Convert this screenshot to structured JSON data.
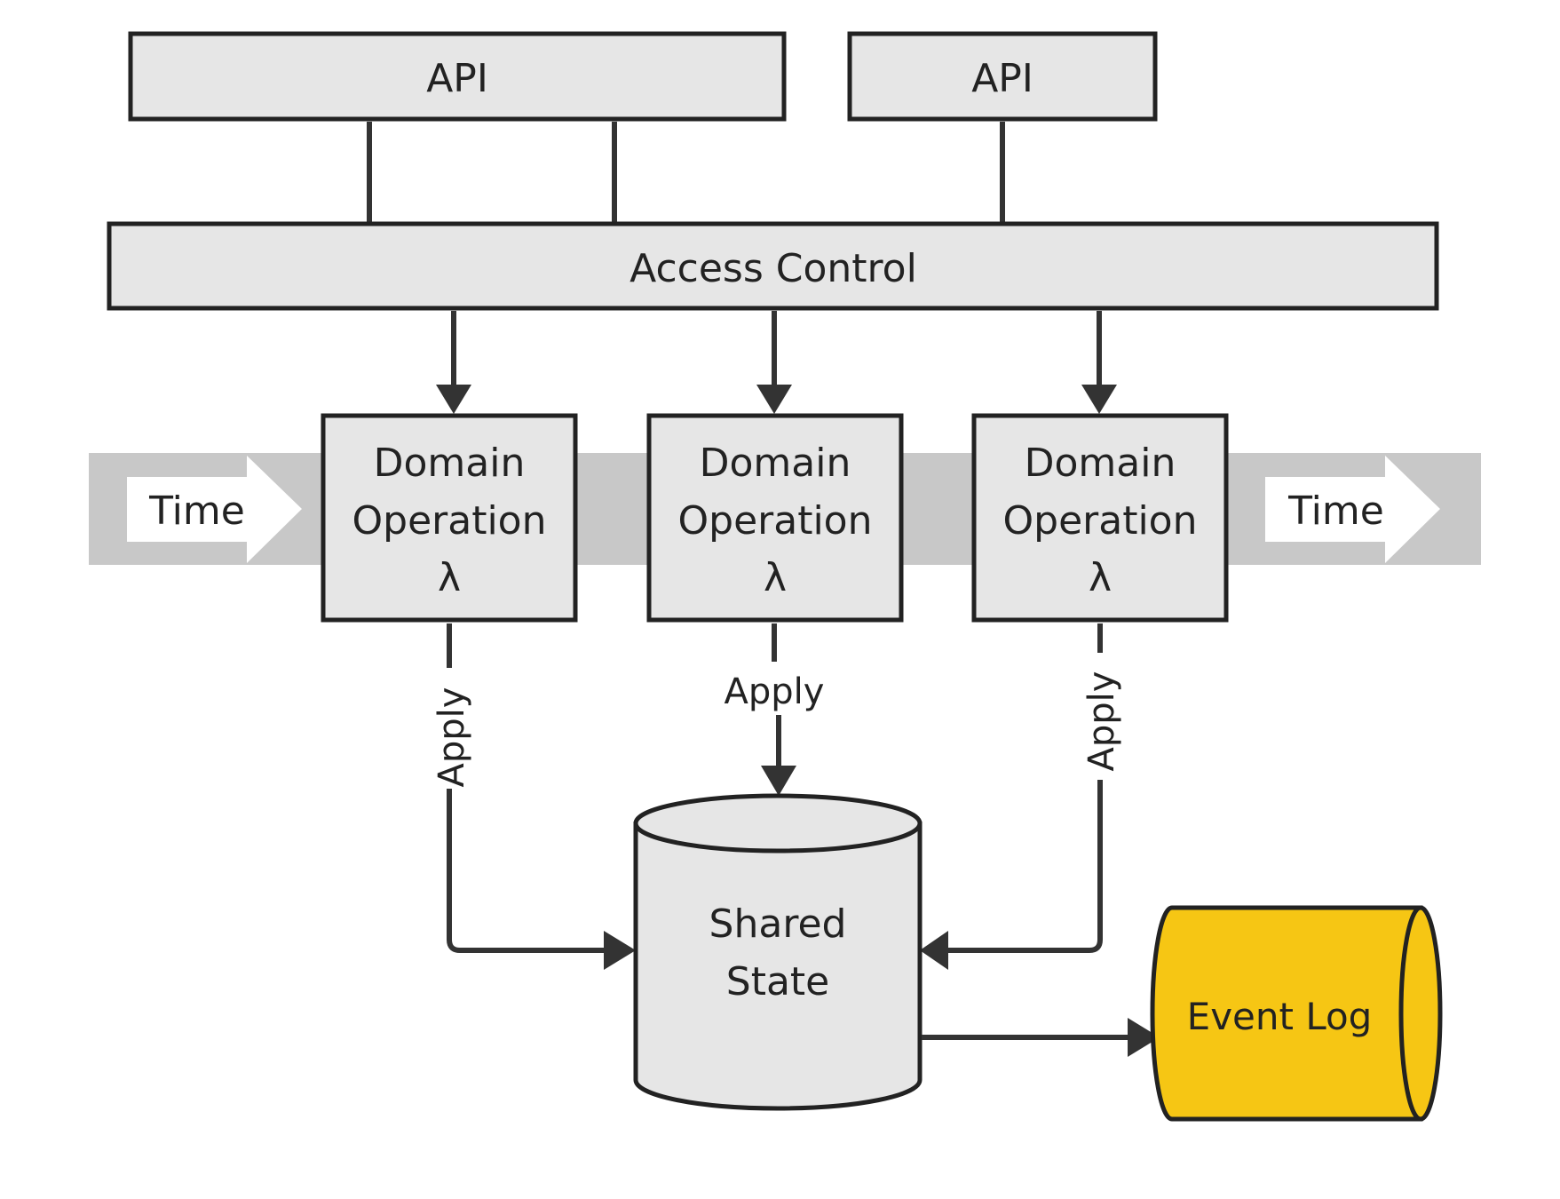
{
  "api_left": {
    "label": "API"
  },
  "api_right": {
    "label": "API"
  },
  "access_control": {
    "label": "Access Control"
  },
  "time_left": {
    "label": "Time"
  },
  "time_right": {
    "label": "Time"
  },
  "operations": [
    {
      "line1": "Domain",
      "line2": "Operation",
      "line3": "λ"
    },
    {
      "line1": "Domain",
      "line2": "Operation",
      "line3": "λ"
    },
    {
      "line1": "Domain",
      "line2": "Operation",
      "line3": "λ"
    }
  ],
  "apply_labels": [
    "Apply",
    "Apply",
    "Apply"
  ],
  "shared_state": {
    "line1": "Shared",
    "line2": "State"
  },
  "event_log": {
    "label": "Event Log"
  },
  "colors": {
    "box_fill": "#e6e6e6",
    "stroke": "#222222",
    "band": "#c8c8c8",
    "event_log_fill": "#f6c614"
  }
}
